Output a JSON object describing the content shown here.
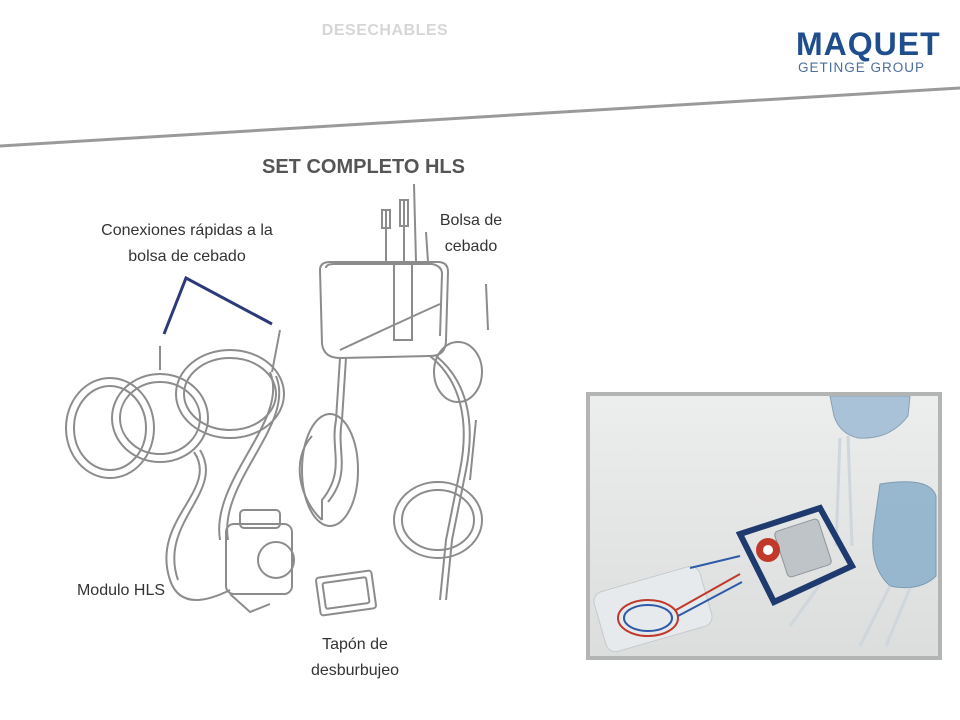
{
  "header": {
    "section": "DESECHABLES"
  },
  "logo": {
    "brand": "MAQUET",
    "group": "GETINGE GROUP"
  },
  "slide": {
    "title": "SET COMPLETO  HLS"
  },
  "labels": {
    "quick_connections_line1": "Conexiones rápidas a la",
    "quick_connections_line2": "bolsa de cebado",
    "priming_bag_line1": "Bolsa de",
    "priming_bag_line2": "cebado",
    "hls_module": "Modulo HLS",
    "debubble_cap_line1": "Tapón de",
    "debubble_cap_line2": "desburbujeo"
  },
  "colors": {
    "brand_blue": "#1f4e8c",
    "pointer_line": "#2d3a7a"
  }
}
